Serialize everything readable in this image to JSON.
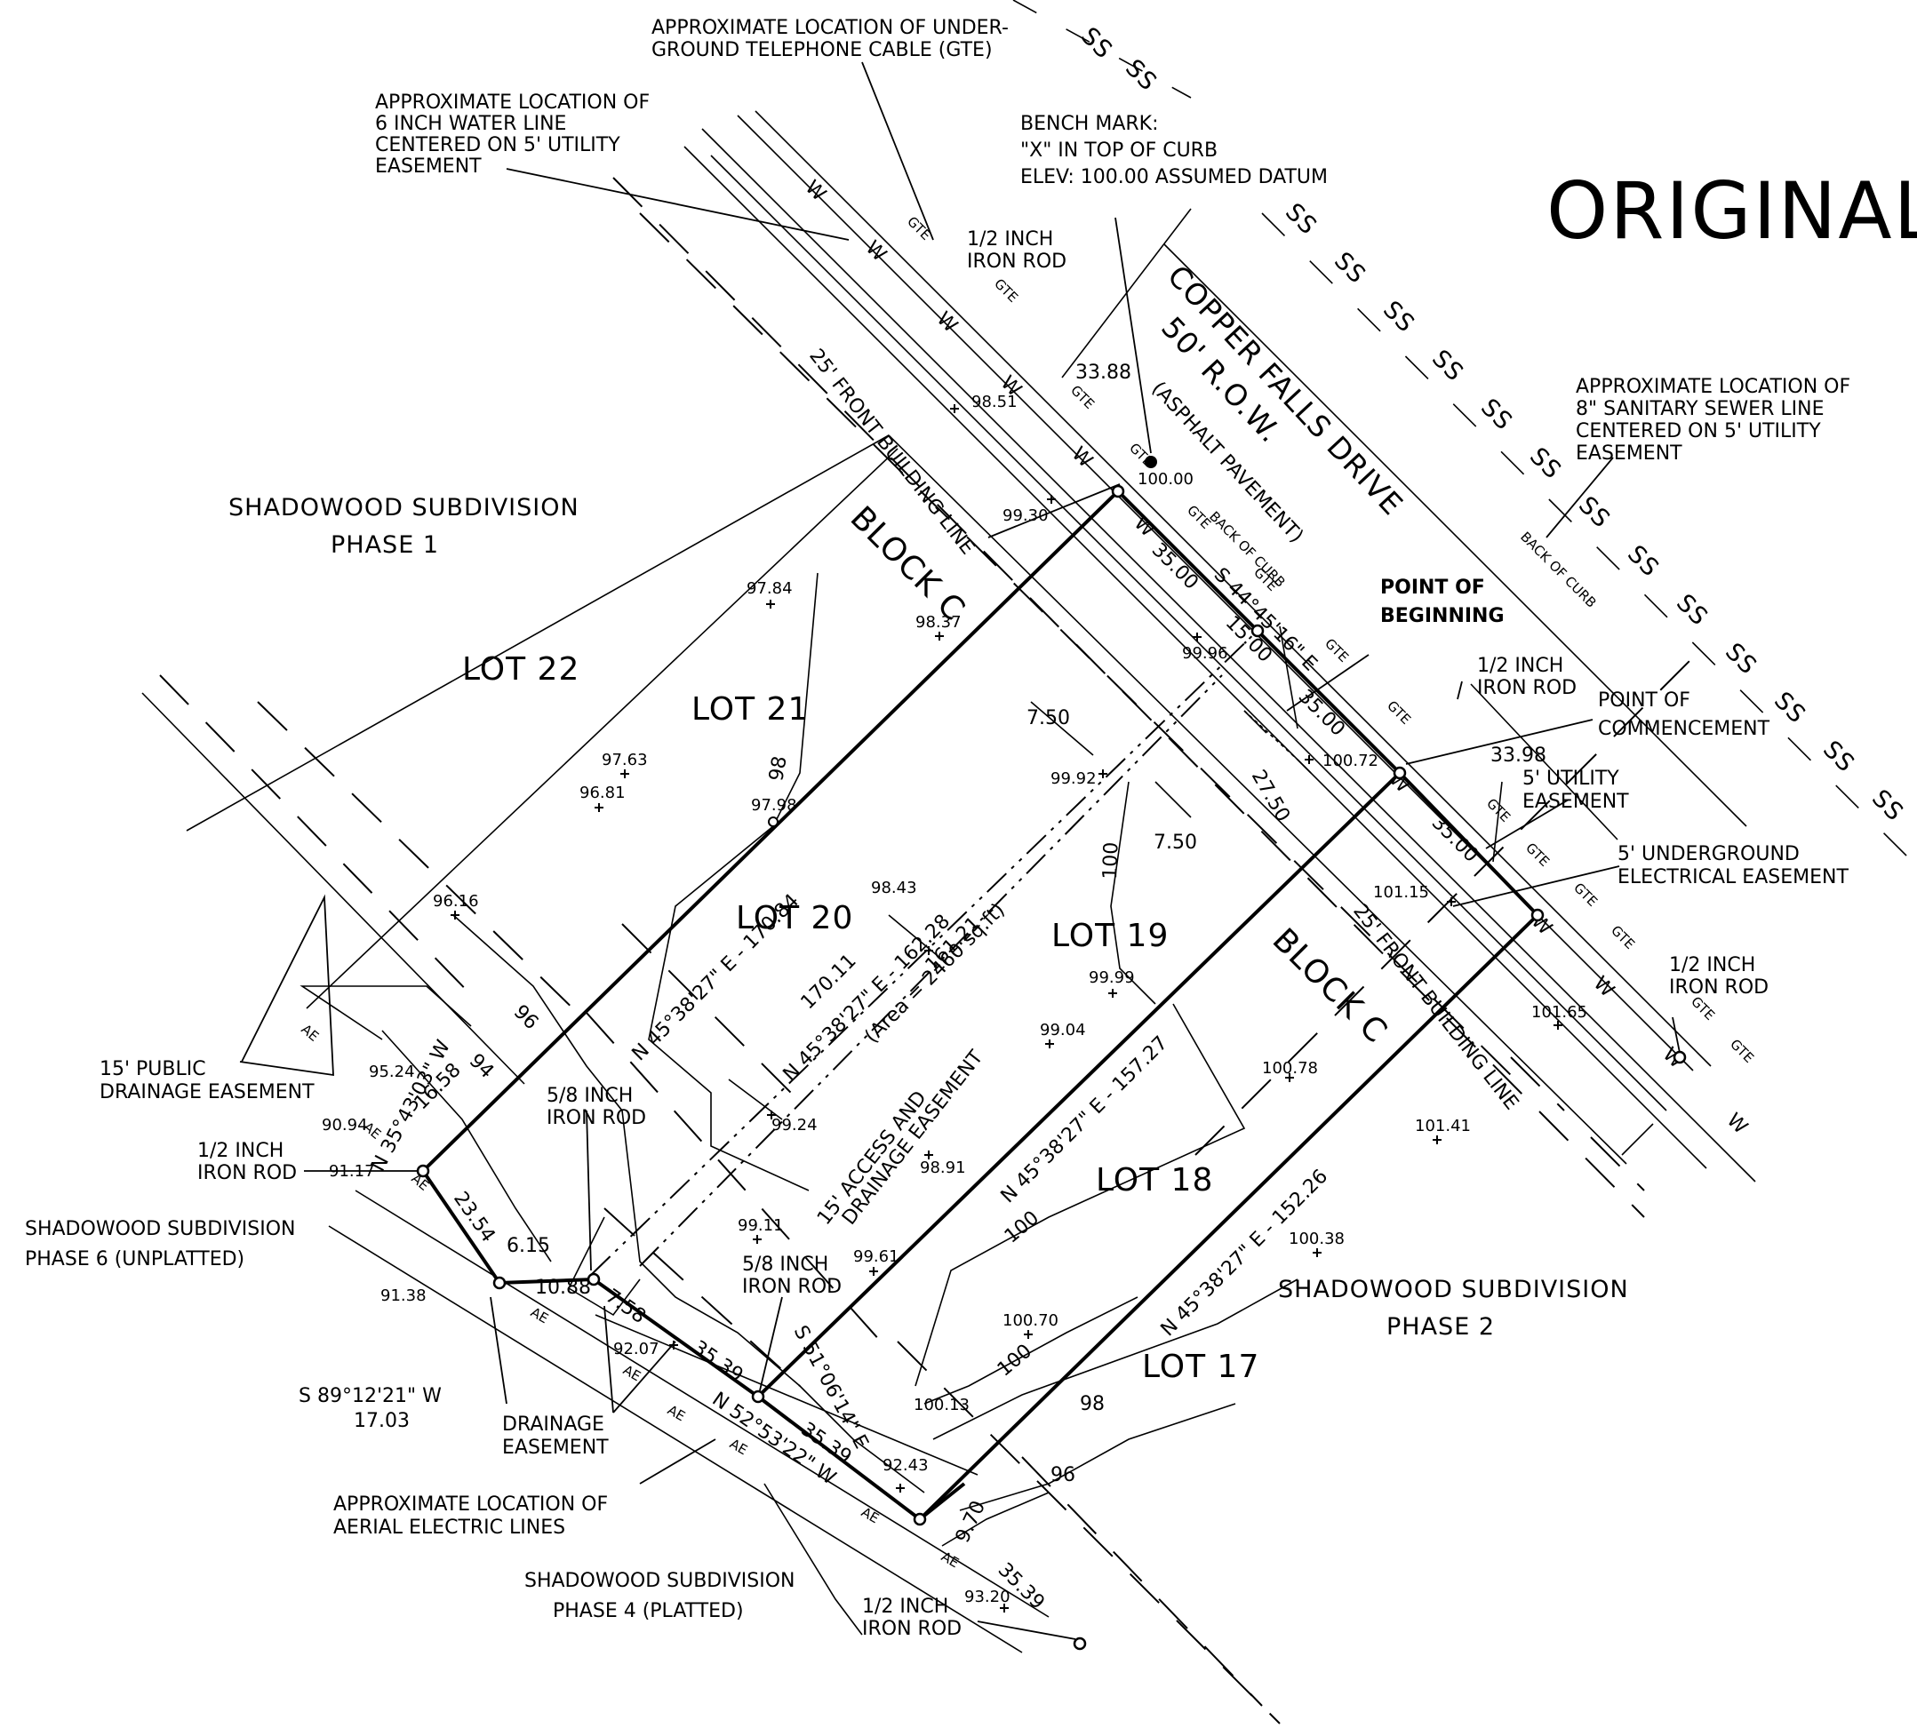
{
  "title": "ORIGINAL",
  "street": {
    "name": "COPPER FALLS DRIVE",
    "row": "50' R.O.W.",
    "surface": "(ASPHALT PAVEMENT)",
    "back_of_curb": "BACK OF CURB"
  },
  "utility_labels": {
    "gte": "GTE",
    "water": "W",
    "sewer": "SS",
    "aerial": "AE"
  },
  "notes": {
    "gte_cable": [
      "APPROXIMATE LOCATION OF UNDER-",
      "GROUND TELEPHONE CABLE (GTE)"
    ],
    "water_line": [
      "APPROXIMATE LOCATION OF",
      "6 INCH WATER LINE",
      "CENTERED ON 5' UTILITY",
      "EASEMENT"
    ],
    "bench_mark": [
      "BENCH MARK:",
      "\"X\" IN TOP OF CURB",
      "ELEV: 100.00 ASSUMED DATUM"
    ],
    "sewer_line": [
      "APPROXIMATE LOCATION OF",
      "8\" SANITARY SEWER LINE",
      "CENTERED ON 5' UTILITY",
      "EASEMENT"
    ],
    "point_of_beginning": [
      "POINT OF",
      "BEGINNING"
    ],
    "point_of_commencement": [
      "POINT OF",
      "COMMENCEMENT"
    ],
    "utility_easement": [
      "5' UTILITY",
      "EASEMENT"
    ],
    "underground_electrical": [
      "5' UNDERGROUND",
      "ELECTRICAL EASEMENT"
    ],
    "public_drainage": [
      "15' PUBLIC",
      "DRAINAGE EASEMENT"
    ],
    "drainage_easement": [
      "DRAINAGE",
      "EASEMENT"
    ],
    "aerial_electric": [
      "APPROXIMATE LOCATION OF",
      "AERIAL ELECTRIC LINES"
    ],
    "access_easement": [
      "15' ACCESS AND",
      "DRAINAGE EASEMENT"
    ],
    "front_building_line": "25' FRONT BUILDING LINE",
    "bearing_sw": [
      "S 89°12'21\" W",
      "17.03"
    ]
  },
  "monuments": {
    "iron_rod_half": [
      "1/2 INCH",
      "IRON ROD"
    ],
    "iron_rod_five_eighths": [
      "5/8 INCH",
      "IRON ROD"
    ]
  },
  "subdivisions": {
    "phase1": [
      "SHADOWOOD SUBDIVISION",
      "PHASE 1"
    ],
    "phase2": [
      "SHADOWOOD SUBDIVISION",
      "PHASE 2"
    ],
    "phase4": [
      "SHADOWOOD SUBDIVISION",
      "PHASE 4 (PLATTED)"
    ],
    "phase6": [
      "SHADOWOOD SUBDIVISION",
      "PHASE 6 (UNPLATTED)"
    ]
  },
  "lots": {
    "lot22": "LOT 22",
    "lot21": "LOT 21",
    "lot20": "LOT 20",
    "lot19": "LOT 19",
    "lot18": "LOT 18",
    "lot17": "LOT 17",
    "block_c": "BLOCK C"
  },
  "bearings": {
    "lot20_nw": "N 45°38'27\" E - 170.84",
    "lot19_se": "N 45°38'27\" E - 157.27",
    "lot18_se": "N 45°38'27\" E - 152.26",
    "centerline": "N 45°38'27\" E - 162.28",
    "area": "(Area = 2460 sq.ft)",
    "front": "S 44°45'16\" E",
    "short_sw": "N 35°43'03\" W",
    "rear": "N 52°53'22\" W",
    "rear_se": "S 51°06'14\" E"
  },
  "distances": {
    "d3388a": "33.88",
    "d3398": "33.98",
    "d3500a": "35.00",
    "d1500": "15.00",
    "d3500b": "35.00",
    "d3500c": "35.00",
    "d750a": "7.50",
    "d750b": "7.50",
    "d2750": "27.50",
    "d17011": "170.11",
    "d16121": "161.21",
    "d1658": "16.58",
    "d2354": "23.54",
    "d615": "6.15",
    "d1088": "10.88",
    "d758": "7.58",
    "d3539a": "35.39",
    "d3539b": "35.39",
    "d3539c": "35.39",
    "d970": "9.70"
  },
  "elevations": {
    "e10000": "100.00",
    "e9851": "98.51",
    "e9930": "99.30",
    "e9784": "97.84",
    "e9837": "98.37",
    "e9996": "99.96",
    "e10072": "100.72",
    "e9763": "97.63",
    "e9681": "96.81",
    "e9798": "97.98",
    "e9992": "99.92",
    "e10115": "101.15",
    "e9616": "96.16",
    "e9843": "98.43",
    "e9999": "99.99",
    "e10165": "101.65",
    "e9904": "99.04",
    "e10078": "100.78",
    "e9524": "95.24",
    "e9094": "90.94",
    "e9117": "91.17",
    "e9924": "99.24",
    "e9891": "98.91",
    "e10141": "101.41",
    "e9138": "91.38",
    "e9911": "99.11",
    "e9961": "99.61",
    "e10038": "100.38",
    "e9207": "92.07",
    "e10070": "100.70",
    "e10013": "100.13",
    "e9243": "92.43",
    "e9320": "93.20"
  },
  "contours": {
    "c98": "98",
    "c100": "100",
    "c96": "96",
    "c94": "94"
  }
}
